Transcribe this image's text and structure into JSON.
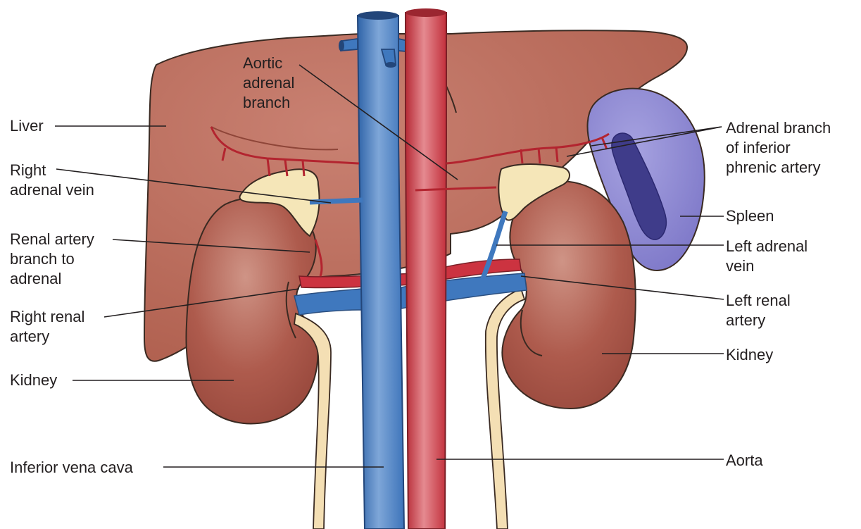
{
  "labels": {
    "liver": {
      "lines": [
        "Liver"
      ]
    },
    "right_adrenal_vein": {
      "lines": [
        "Right",
        "adrenal vein"
      ]
    },
    "renal_artery_branch": {
      "lines": [
        "Renal artery",
        "branch to",
        "adrenal"
      ]
    },
    "right_renal_artery": {
      "lines": [
        "Right renal",
        "artery"
      ]
    },
    "kidney_left_side": {
      "lines": [
        "Kidney"
      ]
    },
    "inferior_vena_cava": {
      "lines": [
        "Inferior vena cava"
      ]
    },
    "aortic_adrenal_branch": {
      "lines": [
        "Aortic",
        "adrenal",
        "branch"
      ]
    },
    "adrenal_branch_phrenic": {
      "lines": [
        "Adrenal branch",
        "of inferior",
        "phrenic artery"
      ]
    },
    "spleen": {
      "lines": [
        "Spleen"
      ]
    },
    "left_adrenal_vein": {
      "lines": [
        "Left adrenal",
        "vein"
      ]
    },
    "left_renal_artery": {
      "lines": [
        "Left renal",
        "artery"
      ]
    },
    "kidney_right_side": {
      "lines": [
        "Kidney"
      ]
    },
    "aorta": {
      "lines": [
        "Aorta"
      ]
    }
  },
  "colors": {
    "liver": "#b8685a",
    "liver_shade": "#a5564a",
    "kidney": "#ad5a4c",
    "kidney_highlight": "#c98a7c",
    "vena_cava": "#3f78be",
    "vena_cava_highlight": "#7ea6d8",
    "aorta": "#cc3340",
    "aorta_highlight": "#e07d85",
    "adrenal": "#f5e6b8",
    "ureter": "#f4dfb4",
    "spleen": "#8a86d0",
    "spleen_hilum": "#3f3c8a",
    "small_artery": "#b3242f",
    "text": "#231f20"
  }
}
